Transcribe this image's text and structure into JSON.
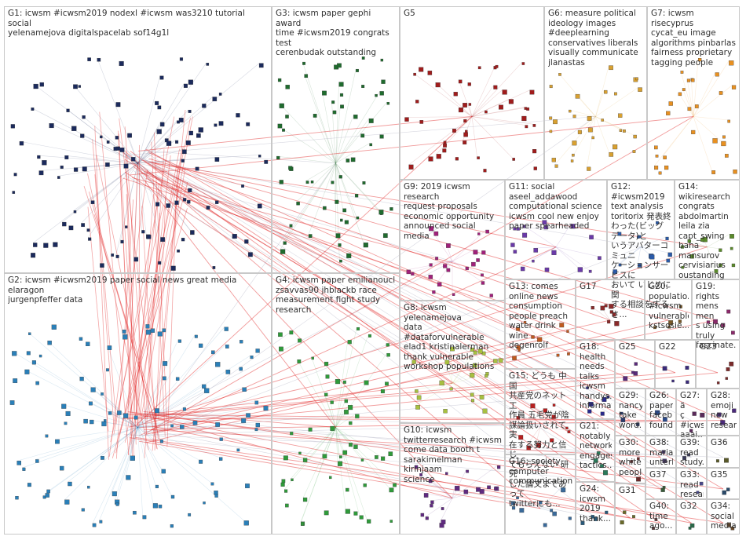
{
  "groups": [
    {
      "id": "G1",
      "label": "G1: icwsm #icwsm2019 nodexl #icwsm was3210 tutorial social\nyelenamejova digitalspacelab sof14g1l",
      "color": "#1b2a5c"
    },
    {
      "id": "G2",
      "label": "G2: icwsm #icwsm2019 paper social news great media elaragon\njurgenpfeffer data",
      "color": "#2a7fb8"
    },
    {
      "id": "G3",
      "label": "G3: icwsm paper gephi award\ntime #icwsm2019 congrats test\ncerenbudak outstanding",
      "color": "#1f6b2e"
    },
    {
      "id": "G4",
      "label": "G4: icwsm paper emilianoucl\nzsavvas90 jhblackb race\nmeasurement fight study\nresearch",
      "color": "#2f9a3a"
    },
    {
      "id": "G5",
      "label": "G5",
      "color": "#a01c1c"
    },
    {
      "id": "G6",
      "label": "G6: measure political\nideology images\n#deeplearning\nconservatives liberals\nvisually communicate\njlanastas",
      "color": "#d8a030"
    },
    {
      "id": "G7",
      "label": "G7: icwsm risecyprus\ncycat_eu image\nalgorithms pinbarlas\nfairness proprietary\ntagging people",
      "color": "#e89020"
    },
    {
      "id": "G8",
      "label": "G8: icwsm yelenamejova\ndata #dataforvulnerable\nelad1 kristinalerman\nthank vulnerable\nworkshop populations",
      "color": "#a8c040"
    },
    {
      "id": "G9",
      "label": "G9: 2019 icwsm research\nrequest proposals\neconomic opportunity\nannounced social media",
      "color": "#a0207a"
    },
    {
      "id": "G10",
      "label": "G10: icwsm\ntwitterresearch #icwsm\ncome data booth t\nsarakimelman kirinjaam\nscience",
      "color": "#602a80"
    },
    {
      "id": "G11",
      "label": "G11: social\naseel_addawood\ncomputational science\nicwsm cool new enjoy\npaper spearheaded",
      "color": "#6a3aa8"
    },
    {
      "id": "G12",
      "label": "G12:\n#icwsm2019\ntext analysis\ntoritorix 発表終\nわった(ビッグデータ)と\nいうアバターコミュニ\nケーションサービスに\nおいて いじめに関\nする相談をする さ...",
      "color": "#2a5aa8"
    },
    {
      "id": "G13",
      "label": "G13: comes\nonline news\nconsumption\npeople preach\nwater drink wine\ndegenrolf",
      "color": "#c05a20"
    },
    {
      "id": "G14",
      "label": "G14:\nwikiresearch\ncongrats\nabdolmartin\nleila zia\ncapt_swing\nbaha mansurov\ncervisiarius\noustanding",
      "color": "#5a8a2a"
    },
    {
      "id": "G15",
      "label": "G15: どうも 中国\n共産党のネット工\n作員 五毛党が陰\n謀論扱いされて実\n在する努力と信じ\nてもらえない 研究\nした論文まであって\ntwitterにも...",
      "color": "#b82020"
    },
    {
      "id": "G16",
      "label": "G16: society\ncomputer\ncommunication",
      "color": "#3a6a9a"
    },
    {
      "id": "G17",
      "label": "G17",
      "color": "#8a2a2a"
    },
    {
      "id": "G18",
      "label": "G18:\nhealth\nneeds\ntalks\nicwsm\nhandys...\ninformat...",
      "color": "#2a2a8a"
    },
    {
      "id": "G19",
      "label": "G19: rights\nmens men\ns using\ntruly\nfascinate...",
      "color": "#8a2a6a"
    },
    {
      "id": "G20",
      "label": "G20:\npopulatio...\n#icwsm\nvulnerable\nkstsosie...",
      "color": "#7a5a2a"
    },
    {
      "id": "G21",
      "label": "G21:\nnotably\nnetwork\nengages\ntactics...",
      "color": "#2a7a5a"
    },
    {
      "id": "G22",
      "label": "G22",
      "color": "#3a2a7a"
    },
    {
      "id": "G23",
      "label": "G23",
      "color": "#7a2a2a"
    },
    {
      "id": "G24",
      "label": "G24:\nicwsm\n2019\nthank...",
      "color": "#2a5a7a"
    },
    {
      "id": "G25",
      "label": "G25",
      "color": "#5a2a7a"
    },
    {
      "id": "G26",
      "label": "G26:\npaper\nfaceb...\nfound...",
      "color": "#2a4a8a"
    },
    {
      "id": "G27",
      "label": "G27: ä\nç\n#icws...\naaai...",
      "color": "#5a2a5a"
    },
    {
      "id": "G28",
      "label": "G28:\nemoji\nnew\nresear...",
      "color": "#4a2a7a"
    },
    {
      "id": "G29",
      "label": "G29:\nnancy...\ntake\nword...",
      "color": "#2a3a6a"
    },
    {
      "id": "G30",
      "label": "G30:\nmore\nwhite\npeople",
      "color": "#6a2a2a"
    },
    {
      "id": "G31",
      "label": "G31",
      "color": "#6a6a2a"
    },
    {
      "id": "G32",
      "label": "G32",
      "color": "#2a6a4a"
    },
    {
      "id": "G33",
      "label": "G33:\nread\nresear...",
      "color": "#4a4a8a"
    },
    {
      "id": "G34",
      "label": "G34:\nsocial\nmedia...",
      "color": "#6a4a2a"
    },
    {
      "id": "G35",
      "label": "G35",
      "color": "#2a4a6a"
    },
    {
      "id": "G36",
      "label": "G36",
      "color": "#5a5a2a"
    },
    {
      "id": "G37",
      "label": "G37",
      "color": "#3a5a3a"
    },
    {
      "id": "G38",
      "label": "G38:\nmaria...\nunterl...",
      "color": "#4a3a6a"
    },
    {
      "id": "G39",
      "label": "G39:\nread\nstudy...",
      "color": "#3a3a5a"
    },
    {
      "id": "G40",
      "label": "G40:\ntime\nago...",
      "color": "#5a3a3a"
    }
  ],
  "edge_colors": {
    "reply": "#e02020",
    "mention": "#b8b8c8"
  }
}
